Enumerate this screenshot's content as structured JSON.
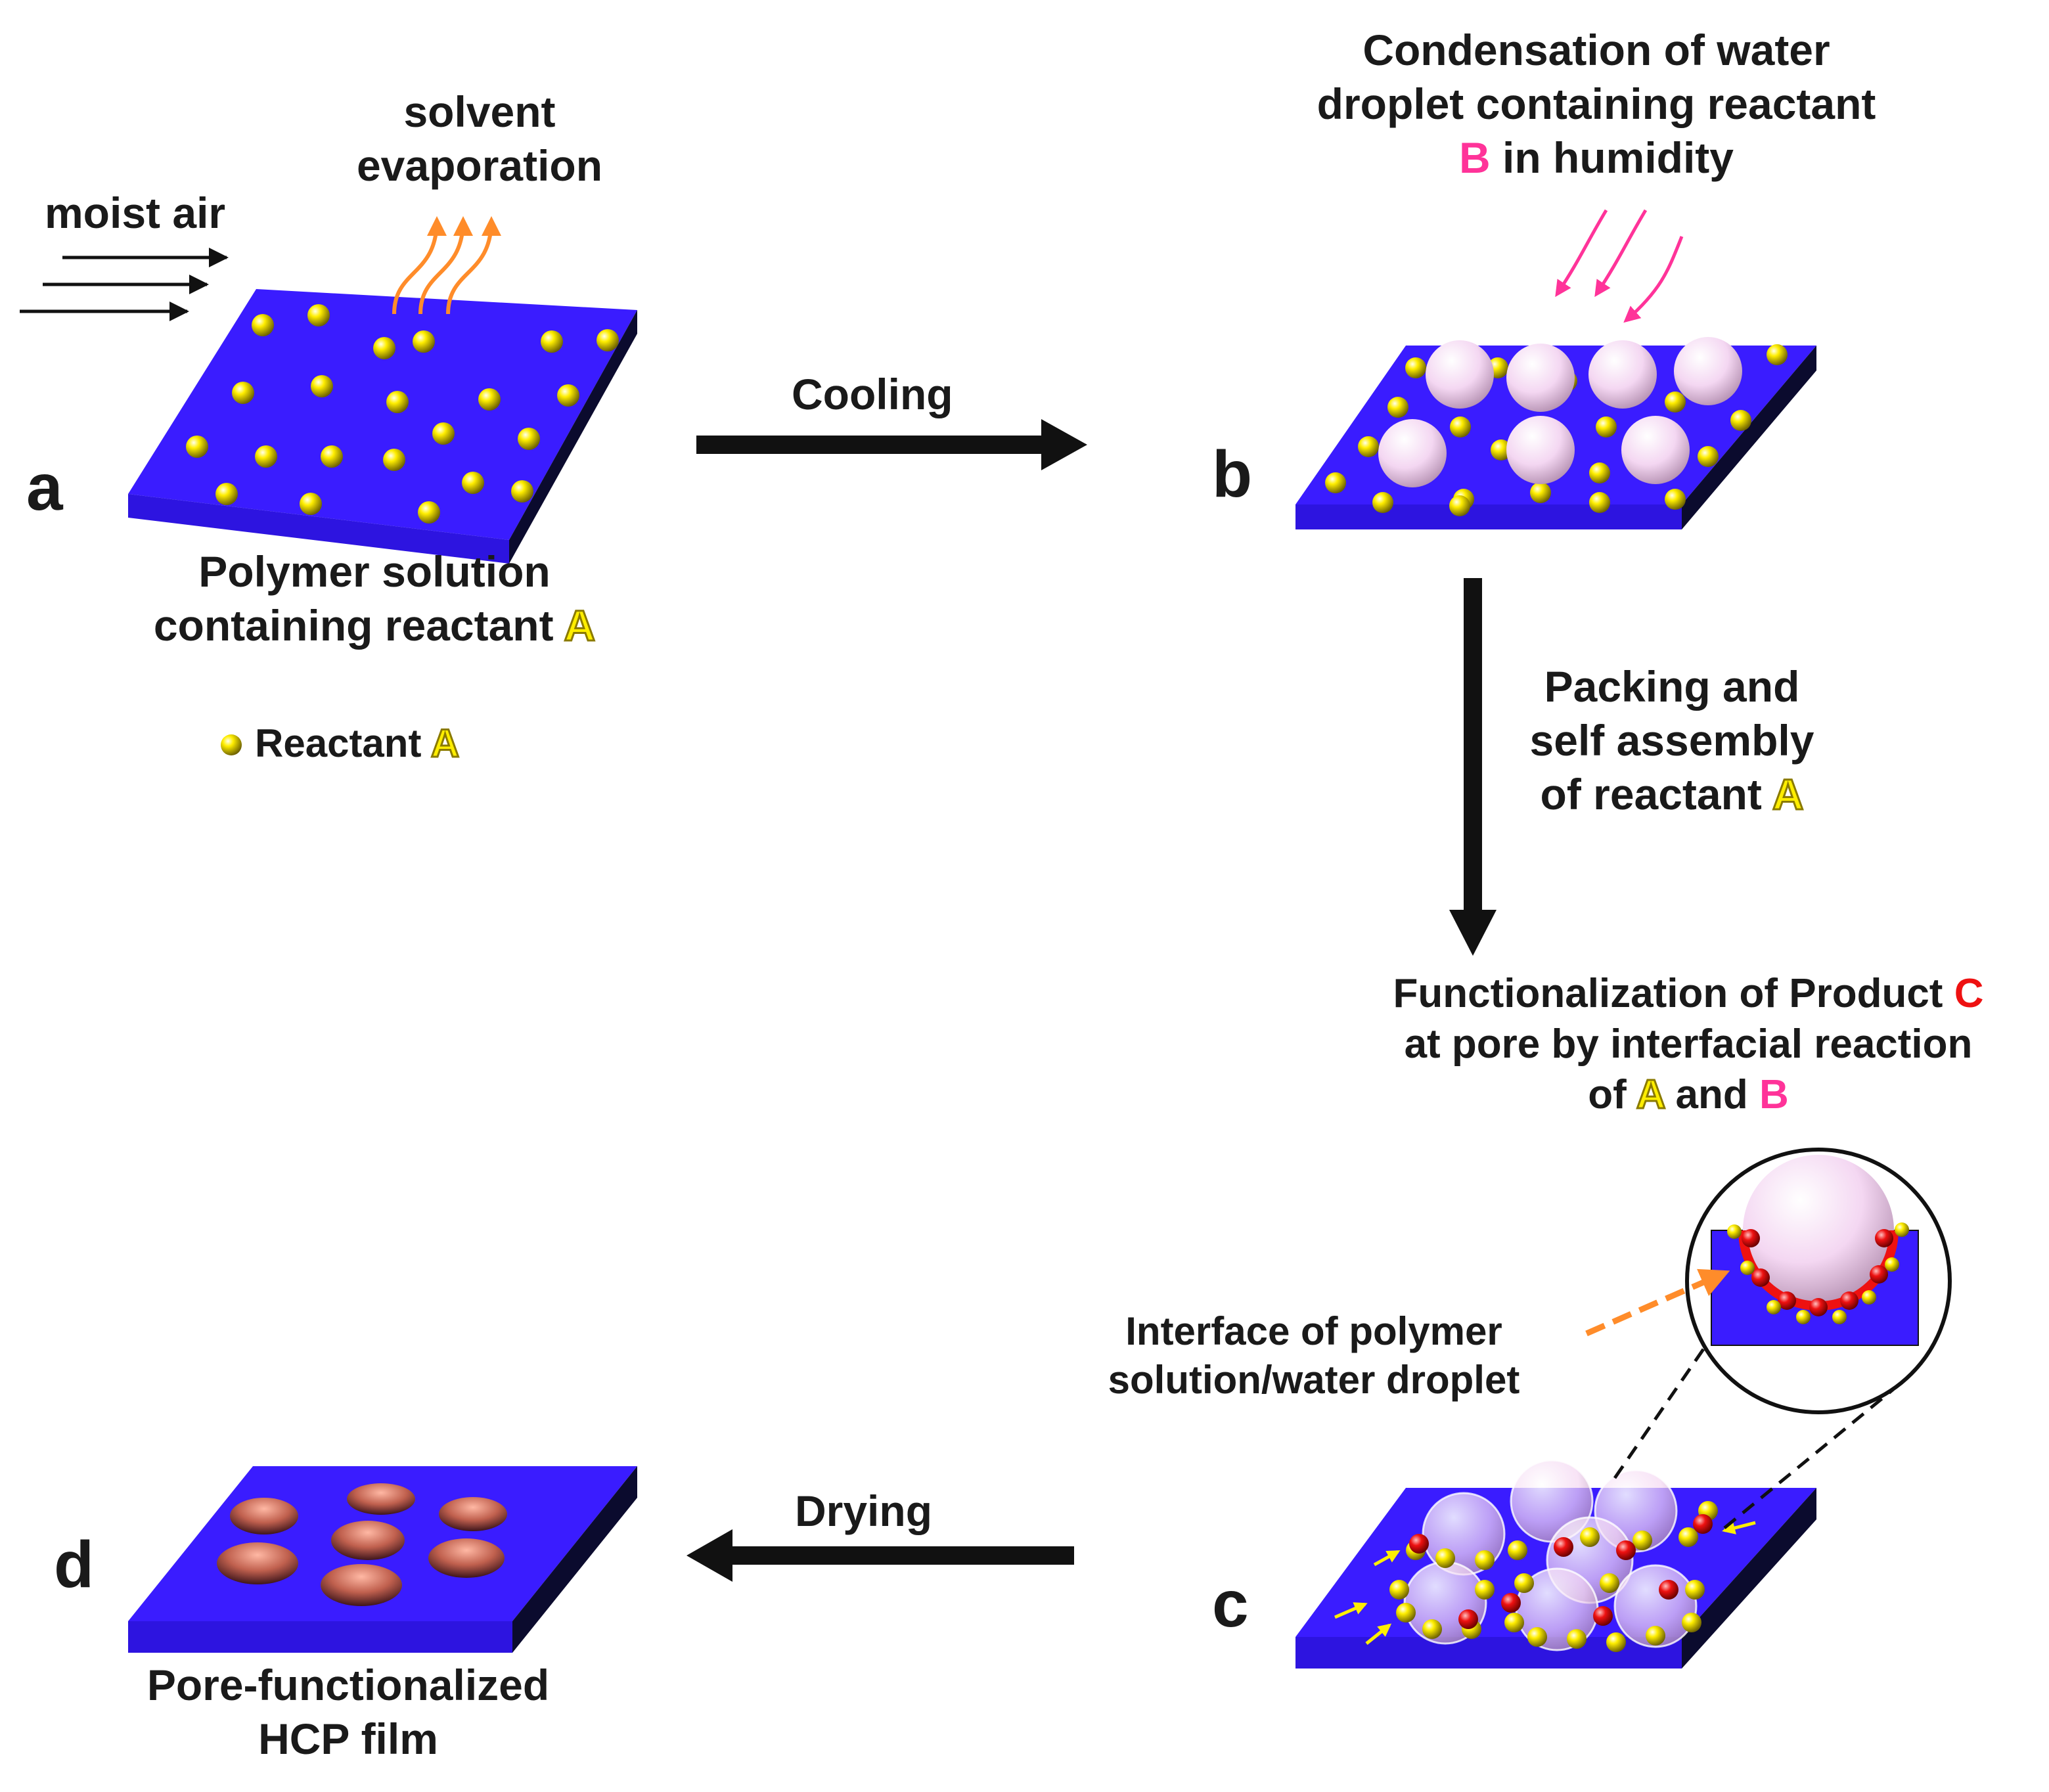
{
  "panels": {
    "a": {
      "letter": "a",
      "caption_line1": "Polymer solution",
      "caption_line2_prefix": "containing reactant",
      "caption_reactant": "A"
    },
    "b": {
      "letter": "b"
    },
    "c": {
      "letter": "c"
    },
    "d": {
      "letter": "d",
      "caption_line1": "Pore-functionalized",
      "caption_line2": "HCP film"
    }
  },
  "labels": {
    "moist_air": "moist air",
    "solvent_line1": "solvent",
    "solvent_line2": "evaporation",
    "legend_text": "Reactant",
    "legend_reactant": "A",
    "condensation_line1": "Condensation of water",
    "condensation_line2": "droplet containing reactant",
    "condensation_line3_reactant": "B",
    "condensation_line3_rest": "in humidity",
    "packing_line1": "Packing and",
    "packing_line2": "self assembly",
    "packing_line3_prefix": "of reactant",
    "packing_reactant": "A",
    "func_line1_prefix": "Functionalization of Product",
    "func_product": "C",
    "func_line2": "at pore by interfacial reaction",
    "func_line3_prefix": "of",
    "func_reactant_a": "A",
    "func_and": "and",
    "func_reactant_b": "B",
    "interface_line1": "Interface of polymer",
    "interface_line2": "solution/water droplet"
  },
  "steps": {
    "cooling": "Cooling",
    "drying": "Drying"
  },
  "colors": {
    "film_top": "#3a1cff",
    "film_side": "#0b0b2e",
    "reactant_a": "#ffee00",
    "droplet": "#f4d7f2",
    "product_c": "#ee1111",
    "humidity_arrow": "#ff3399",
    "evaporation_arrow": "#ff8c2a",
    "interface_arrow": "#ff8c2a",
    "pointer_arrow": "#ffee00",
    "pore": "#c0604e"
  }
}
